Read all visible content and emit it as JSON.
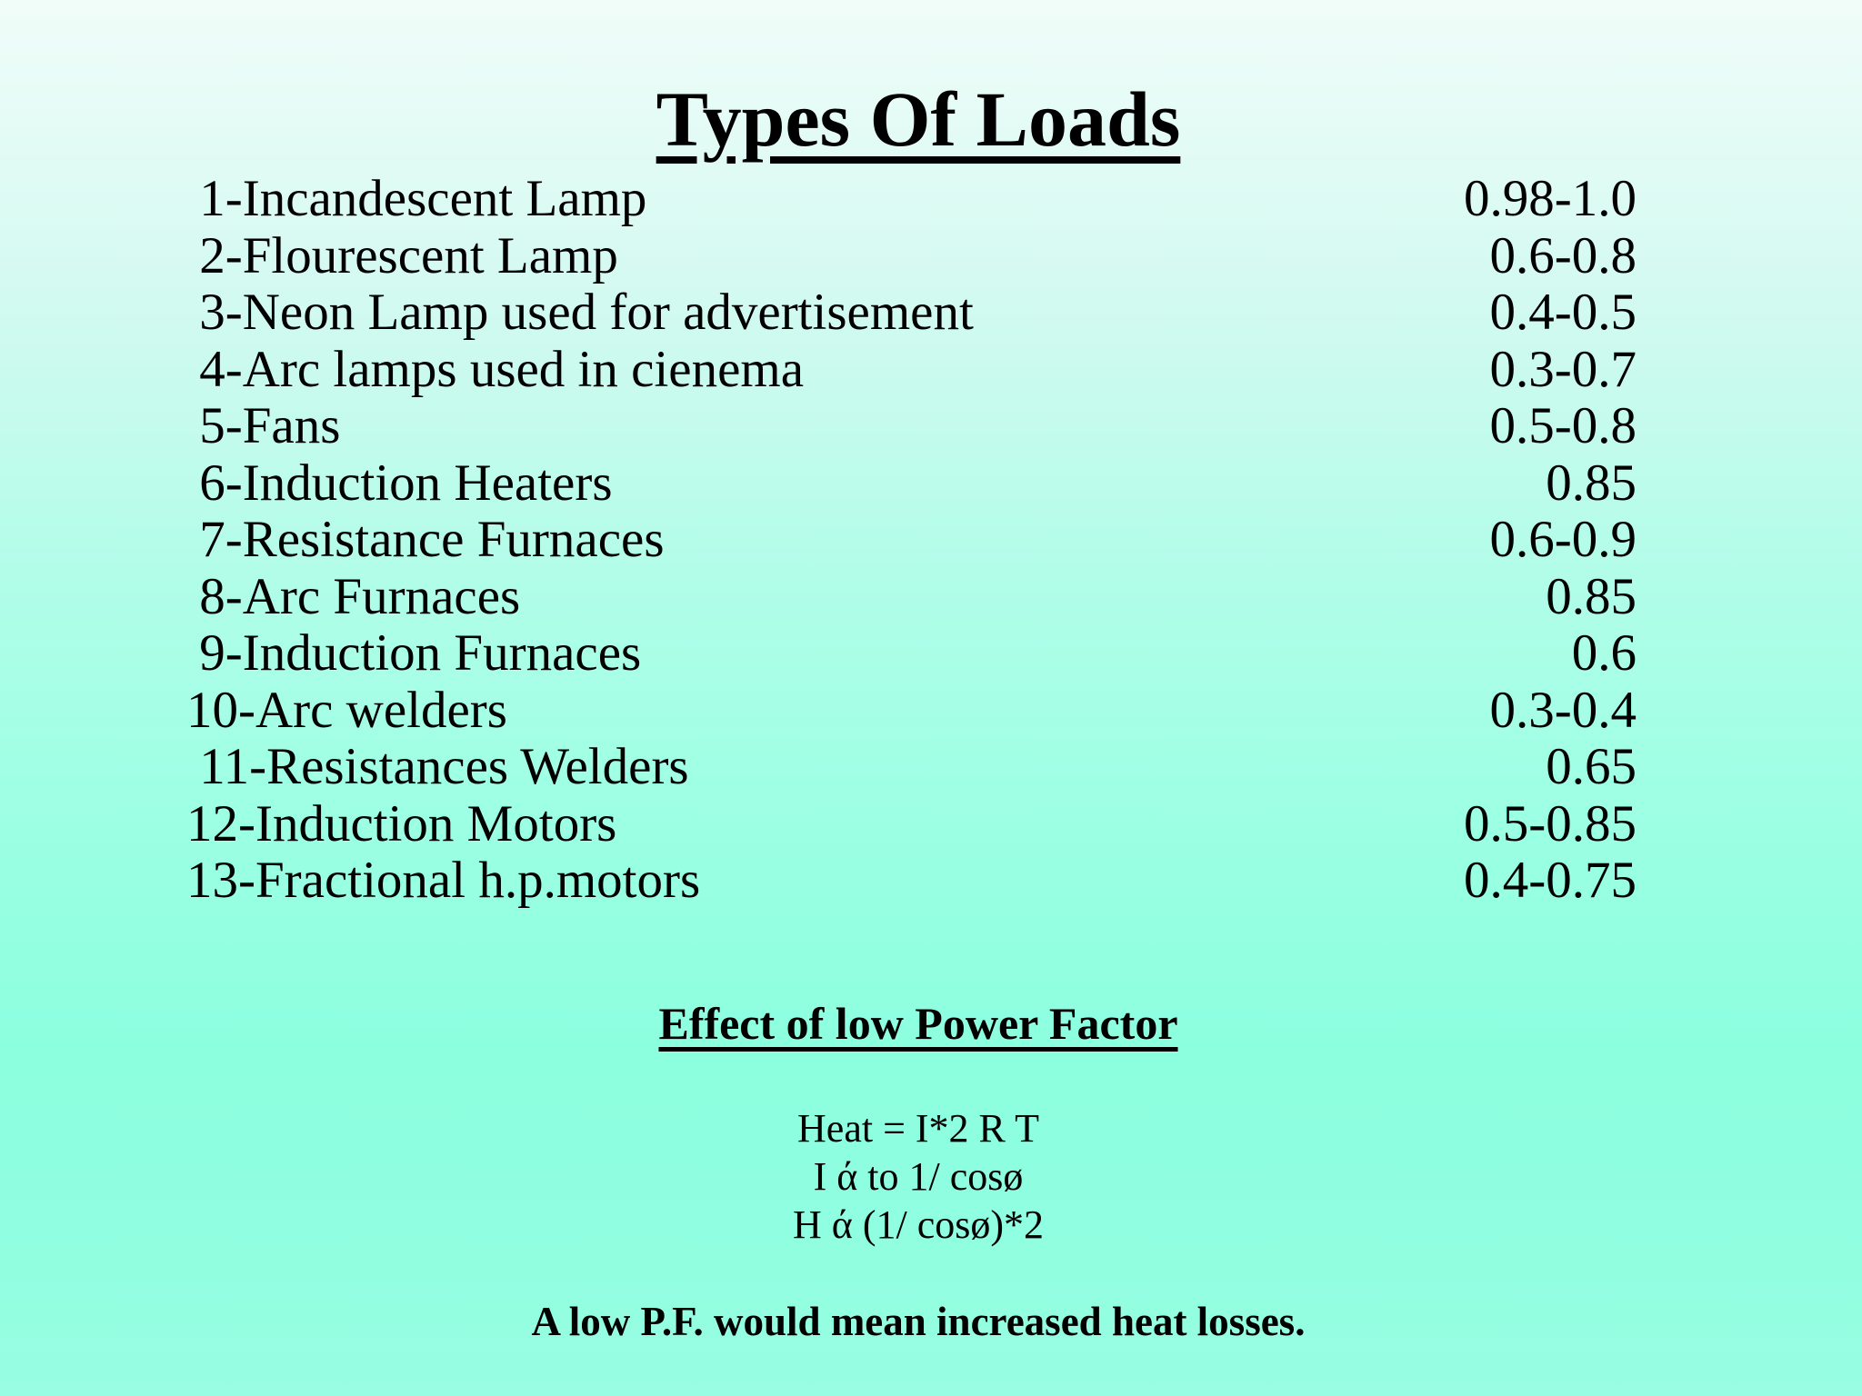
{
  "slide": {
    "title": "Types Of Loads",
    "loads": [
      {
        "label": " 1-Incandescent Lamp",
        "value": "0.98-1.0"
      },
      {
        "label": " 2-Flourescent Lamp",
        "value": "0.6-0.8"
      },
      {
        "label": " 3-Neon Lamp used for advertisement",
        "value": "0.4-0.5"
      },
      {
        "label": " 4-Arc lamps used in cienema",
        "value": "0.3-0.7"
      },
      {
        "label": " 5-Fans",
        "value": "0.5-0.8"
      },
      {
        "label": " 6-Induction Heaters",
        "value": "0.85"
      },
      {
        "label": " 7-Resistance Furnaces",
        "value": "0.6-0.9"
      },
      {
        "label": " 8-Arc Furnaces",
        "value": "0.85"
      },
      {
        "label": " 9-Induction Furnaces",
        "value": "0.6"
      },
      {
        "label": "10-Arc welders",
        "value": "0.3-0.4"
      },
      {
        "label": " 11-Resistances Welders",
        "value": "0.65"
      },
      {
        "label": "12-Induction Motors",
        "value": "0.5-0.85"
      },
      {
        "label": "13-Fractional h.p.motors",
        "value": "0.4-0.75"
      }
    ],
    "section": {
      "heading": "Effect of low Power Factor",
      "formulas": [
        "Heat = I*2 R T",
        "I ά to 1/ cosø",
        "H ά (1/ cosø)*2"
      ],
      "conclusion": "A low P.F. would mean increased heat losses."
    },
    "colors": {
      "text": "#000000",
      "background_top": "#f1fdf9",
      "background_bottom": "#98fde2"
    }
  }
}
